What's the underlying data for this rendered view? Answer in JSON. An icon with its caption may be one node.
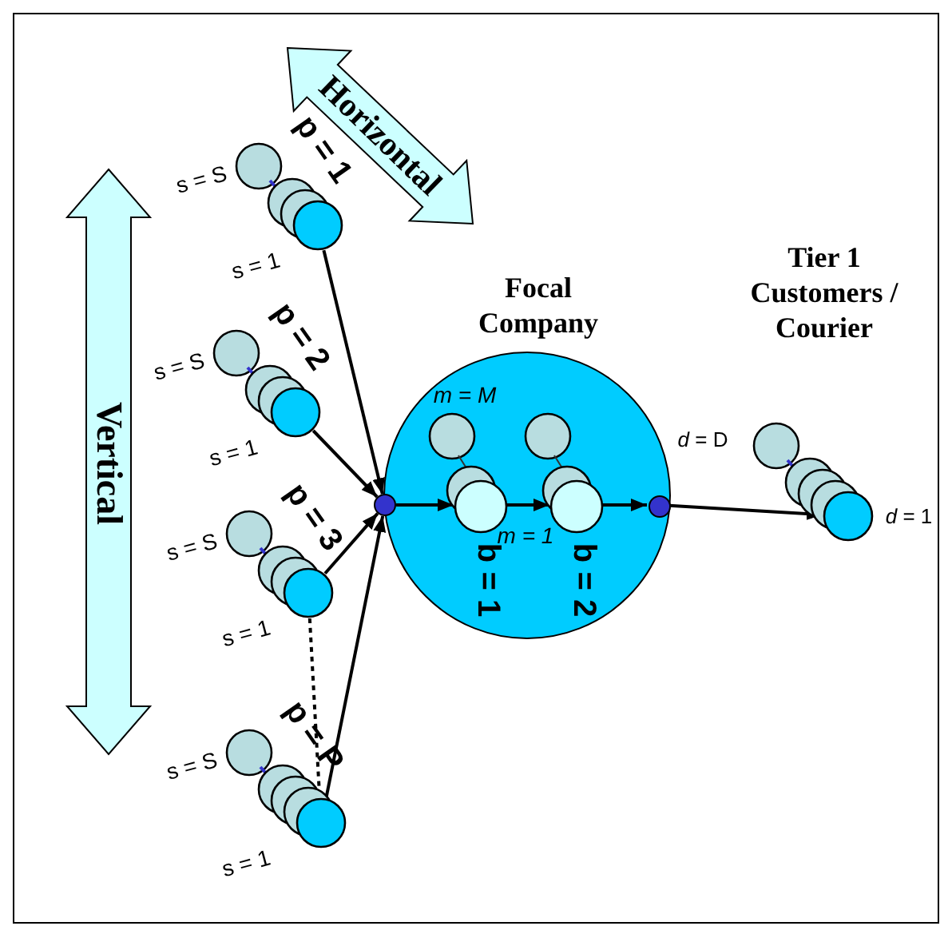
{
  "diagram": {
    "nodes": [
      {
        "text": [
          "p = 1"
        ],
        "beside": [
          "s = S",
          "s = 1"
        ]
      },
      {
        "text": [
          "p = 2"
        ],
        "beside": [
          "s = S",
          "s = 1"
        ]
      },
      {
        "text": [
          "p = 3"
        ],
        "beside": [
          "s = S",
          "s = 1"
        ]
      },
      {
        "text": [
          "p = P"
        ],
        "beside": [
          "s = S",
          "s = 1"
        ]
      },
      {
        "text": [],
        "shape": "circle"
      },
      {
        "text": [
          "Focal Company"
        ]
      },
      {
        "text": [
          "b = 1"
        ],
        "in": 5,
        "beside": [
          "m = M",
          "m = 1"
        ]
      },
      {
        "text": [
          "b = 2"
        ],
        "in": 5
      },
      {
        "text": [],
        "shape": "circle",
        "in": 5
      },
      {
        "text": [
          "Tier 1 Customers / Courier"
        ],
        "beside": [
          "*d* = D",
          "*d* = 1"
        ]
      }
    ],
    "edges": [
      {
        "from": 0,
        "to": 4,
        "arrow": "to"
      },
      {
        "from": 1,
        "to": 4,
        "arrow": "to"
      },
      {
        "from": 2,
        "to": 4,
        "arrow": "to"
      },
      {
        "from": 3,
        "to": 4,
        "arrow": "to"
      },
      {
        "from": 2,
        "to": 3,
        "arrow": "none",
        "style": "dashed"
      },
      {
        "from": 4,
        "to": 6,
        "arrow": "to"
      },
      {
        "from": 6,
        "to": 7,
        "arrow": "to"
      },
      {
        "from": 7,
        "to": 8,
        "arrow": "to"
      },
      {
        "from": 8,
        "to": 9,
        "arrow": "to"
      }
    ],
    "labels": [
      "Horizontal",
      "Vertical"
    ]
  }
}
